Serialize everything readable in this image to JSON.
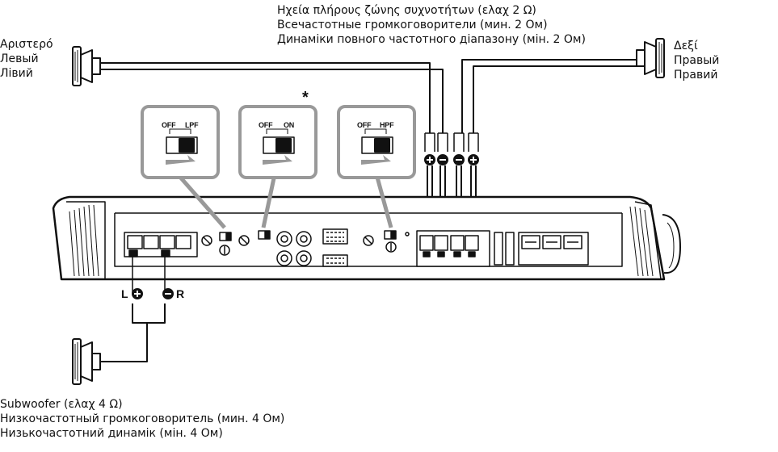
{
  "captions": {
    "top": [
      "Ηχεία πλήρους ζώνης συχνοτήτων (ελαχ 2 Ω)",
      "Всечастотные громкоговорители (мин. 2 Ом)",
      "Динаміки повного частотного діапазону (мін. 2 Ом)"
    ],
    "left": [
      "Αριστερό",
      "Левый",
      "Лівий"
    ],
    "right": [
      "Δεξί",
      "Правый",
      "Правий"
    ],
    "bottom": [
      "Subwoofer (ελαχ 4 Ω)",
      "Низкочастотный громкоговоритель (мин. 4 Ом)",
      "Низькочастотний динамік (мін. 4 Ом)"
    ]
  },
  "switches": {
    "lpf": {
      "off": "OFF",
      "on": "LPF"
    },
    "bass_boost": {
      "off": "OFF",
      "on": "ON",
      "note_marker": "*"
    },
    "hpf": {
      "off": "OFF",
      "on": "HPF"
    }
  },
  "subwoofer_terminals": {
    "left": "L",
    "right": "R"
  }
}
